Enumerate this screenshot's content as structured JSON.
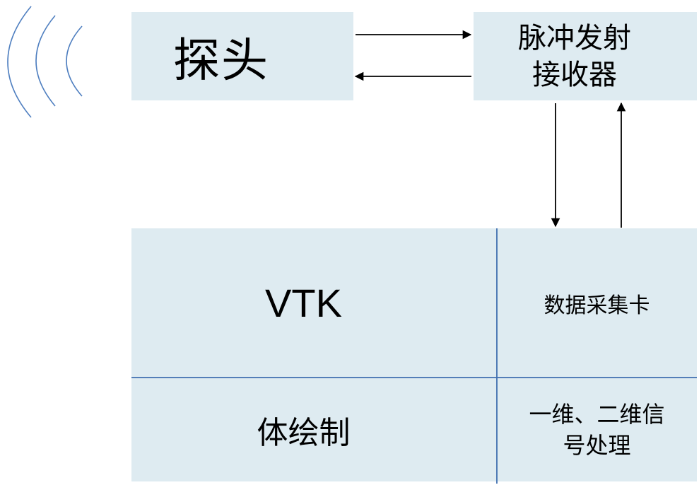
{
  "probe": {
    "label": "探头"
  },
  "pulser": {
    "label": "脉冲发射\n接收器"
  },
  "panel": {
    "vtk_label": "VTK",
    "daq_label": "数据采集卡",
    "render_label": "体绘制",
    "signal_label": "一维、二维信\n号处理"
  },
  "colors": {
    "box_fill": "#deebf1",
    "divider": "#3f6fb0",
    "wave": "#4f7fc0",
    "arrow": "#000000"
  }
}
